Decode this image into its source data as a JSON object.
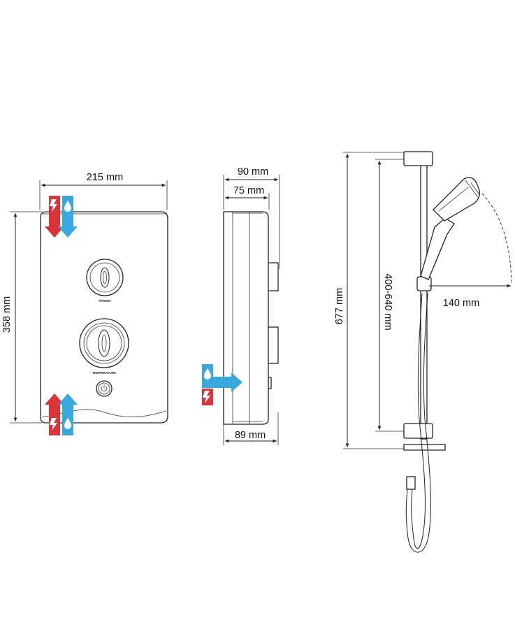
{
  "front_view": {
    "width_label": "215 mm",
    "height_label": "358 mm",
    "knob_top_label": "POWER",
    "knob_bottom_label": "TEMPERATURE"
  },
  "side_view": {
    "depth_total_label": "90 mm",
    "depth_body_label": "75 mm",
    "depth_base_label": "89 mm"
  },
  "riser_rail": {
    "overall_height_label": "677 mm",
    "adjustable_range_label": "400-640 mm",
    "head_reach_label": "140 mm"
  },
  "colors": {
    "electric": "#d8343a",
    "water": "#39a8dc",
    "line": "#222222"
  },
  "icons": [
    "electric-bolt-icon",
    "water-drop-icon",
    "power-button-icon"
  ]
}
